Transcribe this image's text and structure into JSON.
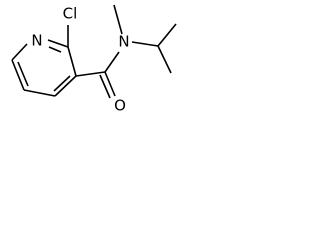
{
  "molecule": {
    "atoms": {
      "cl": "Cl",
      "n_ring": "N",
      "n_amide": "N",
      "o": "O"
    }
  }
}
